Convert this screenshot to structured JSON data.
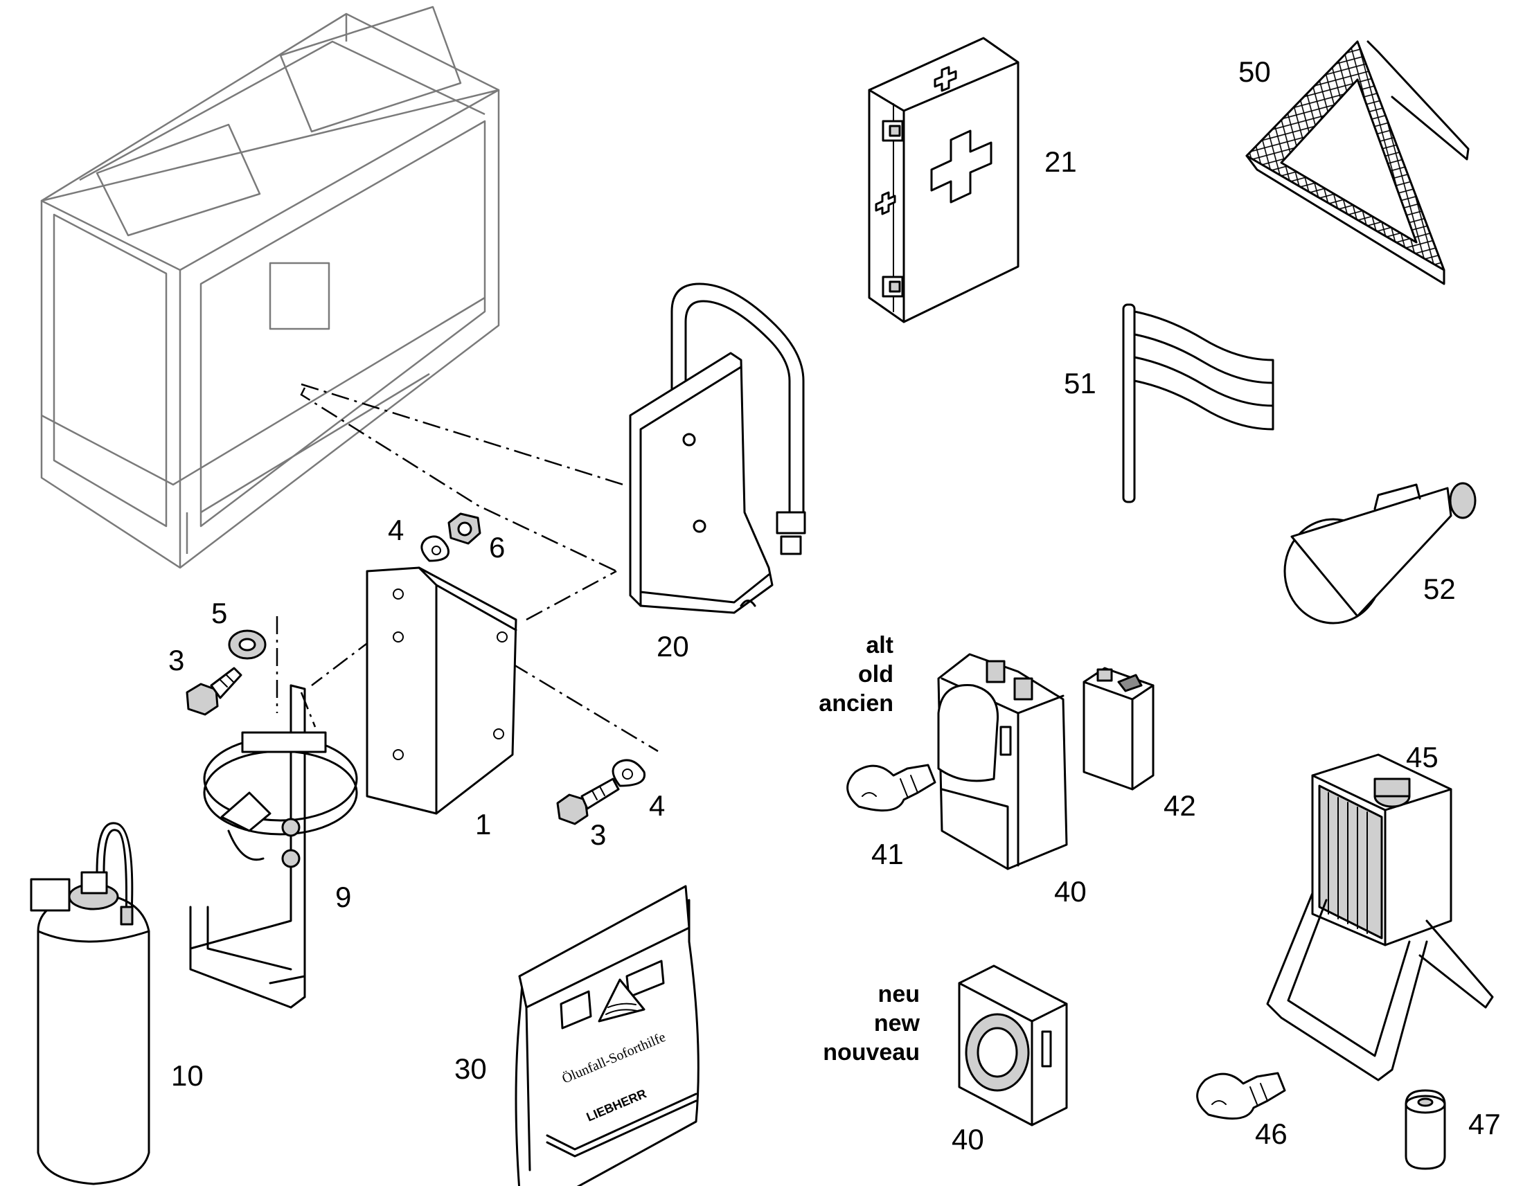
{
  "parts": {
    "p1": "1",
    "p3a": "3",
    "p3b": "3",
    "p4a": "4",
    "p4b": "4",
    "p5": "5",
    "p6": "6",
    "p9": "9",
    "p10": "10",
    "p20": "20",
    "p21": "21",
    "p30": "30",
    "p40a": "40",
    "p40b": "40",
    "p41": "41",
    "p42": "42",
    "p45": "45",
    "p46": "46",
    "p47": "47",
    "p50": "50",
    "p51": "51",
    "p52": "52"
  },
  "labels": {
    "old_de": "alt",
    "old_en": "old",
    "old_fr": "ancien",
    "new_de": "neu",
    "new_en": "new",
    "new_fr": "nouveau"
  },
  "kit": {
    "title": "Ölunfall-Soforthilfe",
    "brand": "LIEBHERR"
  },
  "colors": {
    "line": "#000000",
    "background": "#ffffff"
  }
}
